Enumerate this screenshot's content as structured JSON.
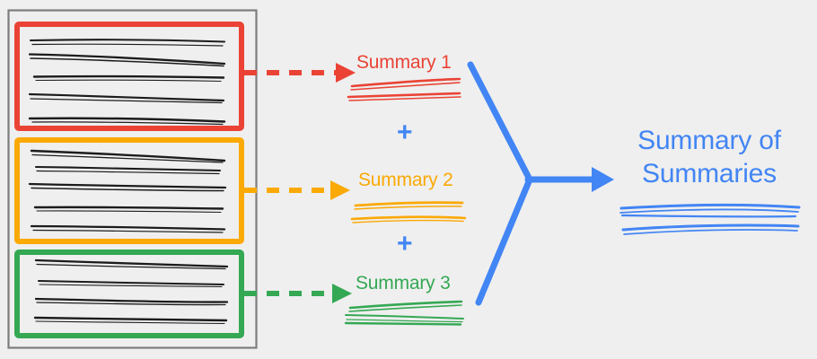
{
  "diagram": {
    "title_colors": {
      "red": "#ea4335",
      "orange": "#fba904",
      "green": "#34a853",
      "blue": "#4285f4",
      "document_border": "#7d7d7d",
      "text_line": "#1c1c1c",
      "background": "#efefef"
    },
    "source_document": {
      "name": "source-document",
      "sections": [
        {
          "id": "section-1",
          "color": "#ea4335",
          "line_count": 5
        },
        {
          "id": "section-2",
          "color": "#fba904",
          "line_count": 5
        },
        {
          "id": "section-3",
          "color": "#34a853",
          "line_count": 4
        }
      ]
    },
    "summaries": [
      {
        "label": "Summary 1",
        "color": "#ea4335",
        "underline_count": 2
      },
      {
        "label": "Summary 2",
        "color": "#fba904",
        "underline_count": 2
      },
      {
        "label": "Summary 3",
        "color": "#34a853",
        "underline_count": 3
      }
    ],
    "operators": [
      {
        "symbol": "+",
        "color": "#4285f4"
      },
      {
        "symbol": "+",
        "color": "#4285f4"
      }
    ],
    "final": {
      "line1": "Summary of",
      "line2": "Summaries",
      "color": "#4285f4",
      "underline_count": 3
    },
    "arrows": {
      "dashed": [
        {
          "name": "arrow-section-1-to-summary-1",
          "color": "#ea4335"
        },
        {
          "name": "arrow-section-2-to-summary-2",
          "color": "#fba904"
        },
        {
          "name": "arrow-section-3-to-summary-3",
          "color": "#34a853"
        }
      ],
      "merge": {
        "name": "merge-arrow",
        "color": "#4285f4"
      }
    }
  }
}
